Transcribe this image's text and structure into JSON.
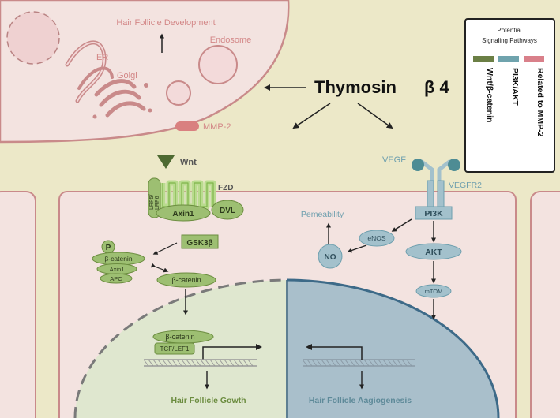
{
  "title": {
    "main": "Thymosin",
    "beta": "β 4"
  },
  "colors": {
    "background": "#ece8c8",
    "cell_fill": "#f3e3e0",
    "membrane": "#c98a8a",
    "pink_text": "#d38787",
    "wnt_green": "#6b8c3f",
    "green_fill": "#9dbf72",
    "green_light": "#b9db8e",
    "pi3k_blue": "#6e9fae",
    "blue_fill": "#a3c1cc",
    "nucleus_green": "#dfe7cf",
    "nucleus_blue": "#a9bfcb"
  },
  "top_cell": {
    "hair_follicle_development": "Hair Follicle Development",
    "endosome": "Endosome",
    "er": "ER",
    "golgi": "Golgi",
    "mmp2": "MMP-2"
  },
  "legend": {
    "title_line1": "Potential",
    "title_line2": "Signaling Pathways",
    "col_wnt": "Wnt/β-catenin",
    "col_pi3k": "PI3K/AKT",
    "col_mmp": "Related to MMP-2",
    "swatch_wnt": "#6b7f45",
    "swatch_pi3k": "#6fa3ad",
    "swatch_mmp": "#d9808a"
  },
  "wnt_pathway": {
    "wnt": "Wnt",
    "fzd": "FZD",
    "lrp_a": "LRP5/",
    "lrp_b": "LRP6",
    "axin1": "Axin1",
    "dvl": "DVL",
    "gsk3b": "GSK3β",
    "p": "P",
    "bcat": "β-catenin",
    "axin1_small": "Axin1",
    "apc": "APC",
    "bcat2": "β-catenin",
    "bcat3": "β-catenin",
    "tcf": "TCF/LEF1",
    "outcome": "Hair Follicle Gowth"
  },
  "pi3k_pathway": {
    "vegf": "VEGF",
    "vegfr2": "VEGFR2",
    "pi3k": "PI3K",
    "akt": "AKT",
    "mtom": "mTOM",
    "enos": "eNOS",
    "no": "NO",
    "permeability": "Pemeability",
    "outcome": "Hair Follicle Aagiogenesis"
  }
}
